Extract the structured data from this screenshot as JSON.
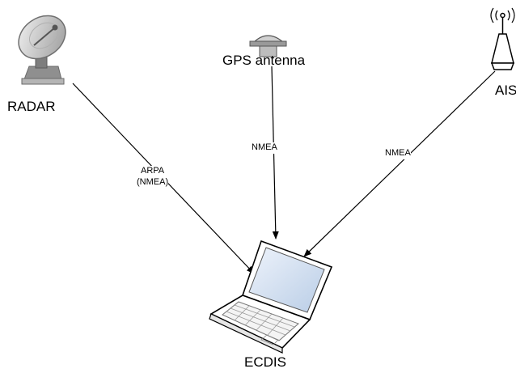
{
  "nodes": {
    "radar": {
      "label": "RADAR",
      "icon": "radar-dish-icon"
    },
    "gps": {
      "label": "GPS antenna",
      "icon": "gps-antenna-icon"
    },
    "ais": {
      "label": "AIS",
      "icon": "ais-antenna-icon"
    },
    "ecdis": {
      "label": "ECDIS",
      "icon": "laptop-icon"
    }
  },
  "edges": {
    "radar_ecdis": {
      "label_line1": "ARPA",
      "label_line2": "(NMEA)"
    },
    "gps_ecdis": {
      "label": "NMEA"
    },
    "ais_ecdis": {
      "label": "NMEA"
    }
  },
  "colors": {
    "line": "#000000",
    "icon_fill": "#d9d9d9",
    "screen": "#dbe7f5"
  }
}
